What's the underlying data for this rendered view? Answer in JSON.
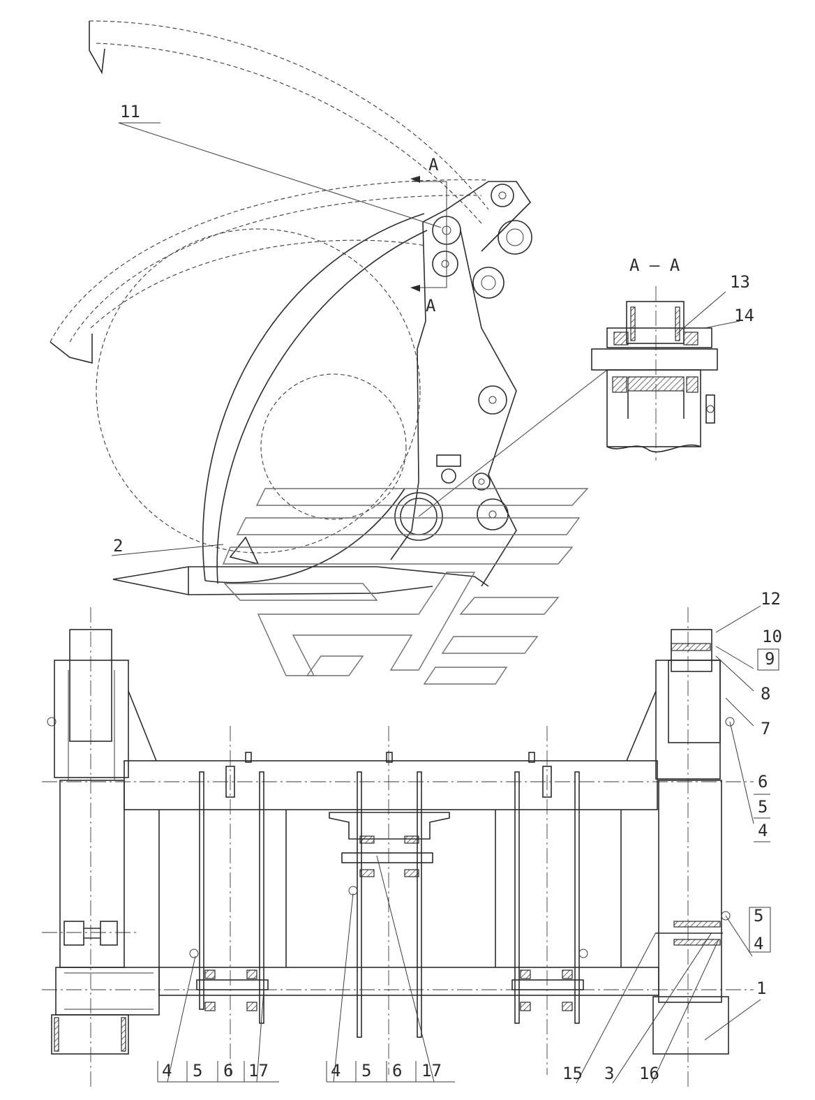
{
  "section_marks": {
    "a_top": "A",
    "a_bottom": "A",
    "section_title": "A — A"
  },
  "balloons": {
    "b11": "11",
    "b2": "2",
    "b13": "13",
    "b14": "14",
    "b12": "12",
    "b10": "10",
    "b9": "9",
    "b8": "8",
    "b7": "7",
    "b6": "6",
    "b5": "5",
    "b4": "4",
    "b5b": "5",
    "b4b": "4",
    "b1": "1",
    "bot4a": "4",
    "bot5a": "5",
    "bot6a": "6",
    "bot17a": "17",
    "bot4b": "4",
    "bot5b": "5",
    "bot6b": "6",
    "bot17b": "17",
    "b15": "15",
    "b3": "3",
    "b16": "16"
  },
  "colors": {
    "ink": "#2b2b2b",
    "watermark": "#6e6e6e",
    "paper": "#ffffff"
  }
}
